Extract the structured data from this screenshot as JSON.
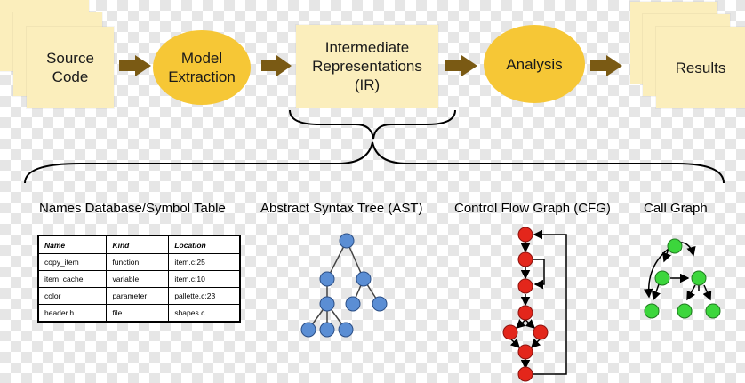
{
  "pipeline": {
    "source_code": "Source\nCode",
    "model_extraction": "Model\nExtraction",
    "intermediate_representations": "Intermediate\nRepresentations\n(IR)",
    "analysis": "Analysis",
    "results": "Results"
  },
  "sections": {
    "names_database": "Names Database/Symbol Table",
    "ast": "Abstract Syntax Tree (AST)",
    "cfg": "Control Flow Graph (CFG)",
    "call_graph": "Call Graph"
  },
  "symbol_table": {
    "headers": [
      "Name",
      "Kind",
      "Location"
    ],
    "rows": [
      [
        "copy_item",
        "function",
        "item.c:25"
      ],
      [
        "item_cache",
        "variable",
        "item.c:10"
      ],
      [
        "color",
        "parameter",
        "pallette.c:23"
      ],
      [
        "header.h",
        "file",
        "shapes.c"
      ]
    ]
  },
  "colors": {
    "card": "#fbeebc",
    "oval": "#f6c736",
    "arrow": "#7a5a14",
    "ast_node": "#5b8ed4",
    "cfg_node": "#e3261b",
    "call_node": "#3cd63c"
  }
}
